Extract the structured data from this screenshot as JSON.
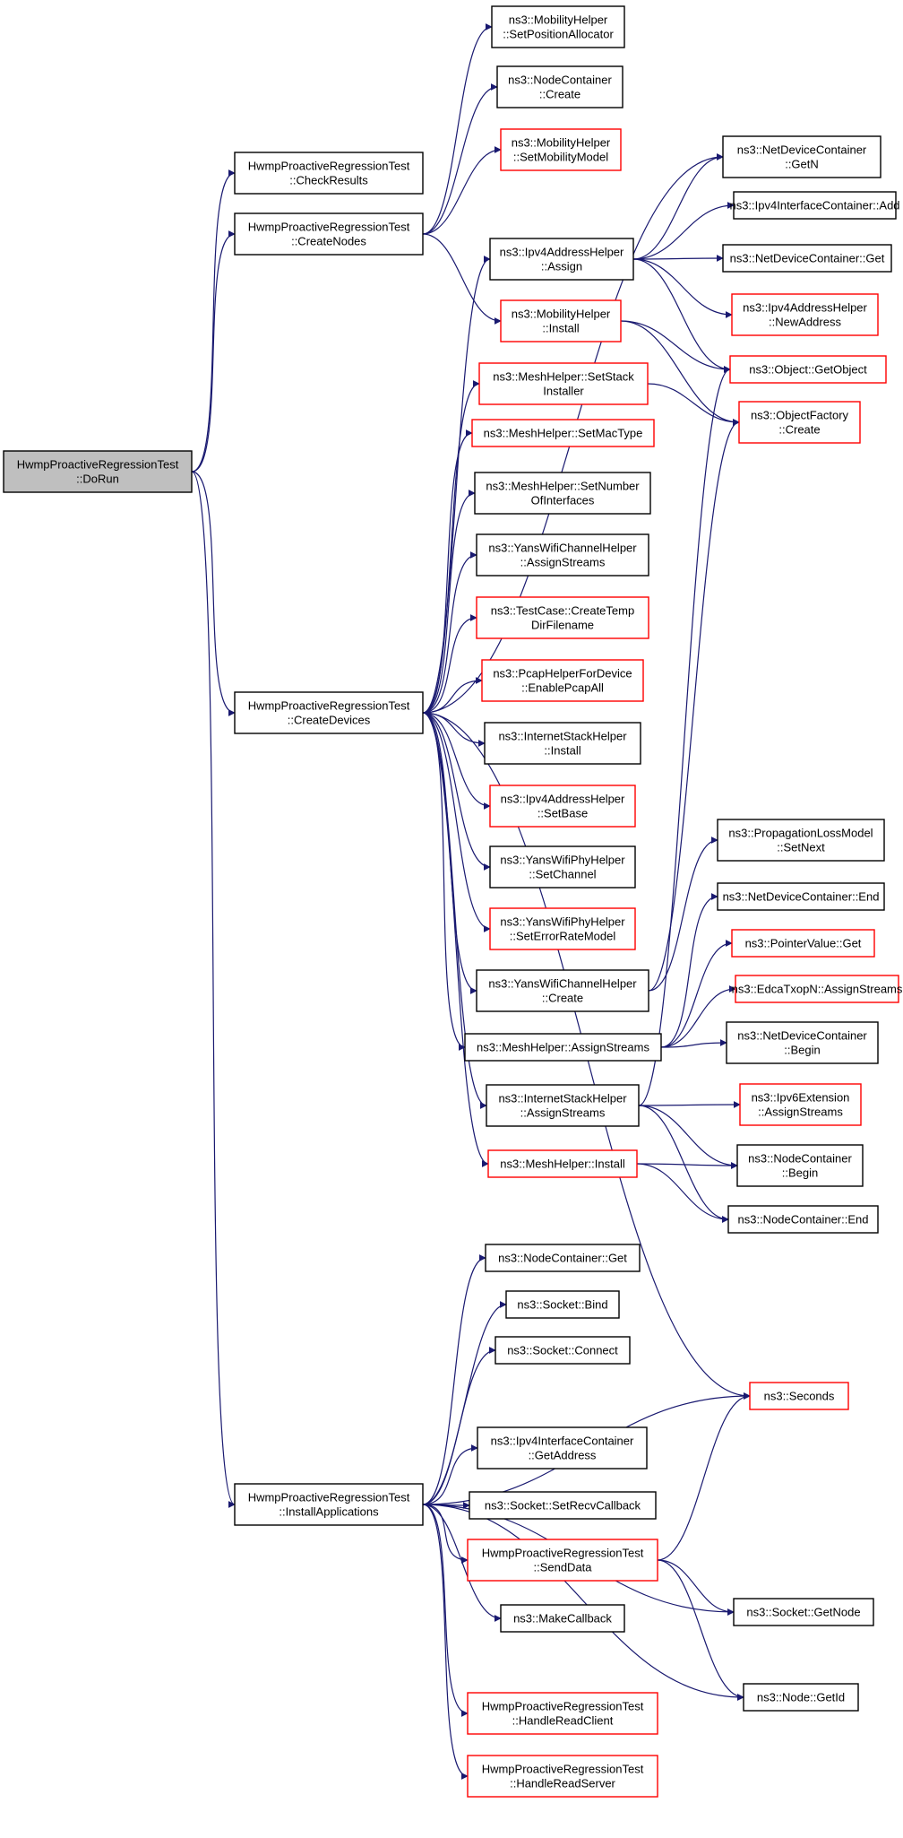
{
  "graph": {
    "edge_color": "#191970",
    "node_border_default": "#000000",
    "node_border_incomplete": "#ff0000",
    "root_fill": "#bfbfbf",
    "nodes": [
      {
        "id": "dorun",
        "lines": [
          "HwmpProactiveRegressionTest",
          "::DoRun"
        ],
        "style": "root"
      },
      {
        "id": "checkresults",
        "lines": [
          "HwmpProactiveRegressionTest",
          "::CheckResults"
        ],
        "style": "black"
      },
      {
        "id": "createnodes",
        "lines": [
          "HwmpProactiveRegressionTest",
          "::CreateNodes"
        ],
        "style": "black"
      },
      {
        "id": "createdevices",
        "lines": [
          "HwmpProactiveRegressionTest",
          "::CreateDevices"
        ],
        "style": "black"
      },
      {
        "id": "installapps",
        "lines": [
          "HwmpProactiveRegressionTest",
          "::InstallApplications"
        ],
        "style": "black"
      },
      {
        "id": "mob_setpos",
        "lines": [
          "ns3::MobilityHelper",
          "::SetPositionAllocator"
        ],
        "style": "black"
      },
      {
        "id": "nc_create",
        "lines": [
          "ns3::NodeContainer",
          "::Create"
        ],
        "style": "black"
      },
      {
        "id": "mob_setmodel",
        "lines": [
          "ns3::MobilityHelper",
          "::SetMobilityModel"
        ],
        "style": "red"
      },
      {
        "id": "ndc_getn",
        "lines": [
          "ns3::NetDeviceContainer",
          "::GetN"
        ],
        "style": "black"
      },
      {
        "id": "ipv4addr_assign",
        "lines": [
          "ns3::Ipv4AddressHelper",
          "::Assign"
        ],
        "style": "black"
      },
      {
        "id": "ipv4ic_add",
        "lines": [
          "ns3::Ipv4InterfaceContainer::Add"
        ],
        "style": "black"
      },
      {
        "id": "ndc_get",
        "lines": [
          "ns3::NetDeviceContainer::Get"
        ],
        "style": "black"
      },
      {
        "id": "ipv4addr_newaddr",
        "lines": [
          "ns3::Ipv4AddressHelper",
          "::NewAddress"
        ],
        "style": "red"
      },
      {
        "id": "mob_install",
        "lines": [
          "ns3::MobilityHelper",
          "::Install"
        ],
        "style": "red"
      },
      {
        "id": "obj_getobject",
        "lines": [
          "ns3::Object::GetObject"
        ],
        "style": "red"
      },
      {
        "id": "mesh_setstack",
        "lines": [
          "ns3::MeshHelper::SetStack",
          "Installer"
        ],
        "style": "red"
      },
      {
        "id": "objfactory_create",
        "lines": [
          "ns3::ObjectFactory",
          "::Create"
        ],
        "style": "red"
      },
      {
        "id": "mesh_setmactype",
        "lines": [
          "ns3::MeshHelper::SetMacType"
        ],
        "style": "red"
      },
      {
        "id": "mesh_setnumif",
        "lines": [
          "ns3::MeshHelper::SetNumber",
          "OfInterfaces"
        ],
        "style": "black"
      },
      {
        "id": "yanschan_assign",
        "lines": [
          "ns3::YansWifiChannelHelper",
          "::AssignStreams"
        ],
        "style": "black"
      },
      {
        "id": "testcase_tmpdir",
        "lines": [
          "ns3::TestCase::CreateTemp",
          "DirFilename"
        ],
        "style": "red"
      },
      {
        "id": "pcap_enableall",
        "lines": [
          "ns3::PcapHelperForDevice",
          "::EnablePcapAll"
        ],
        "style": "red"
      },
      {
        "id": "inetstack_install",
        "lines": [
          "ns3::InternetStackHelper",
          "::Install"
        ],
        "style": "black"
      },
      {
        "id": "ipv4addr_setbase",
        "lines": [
          "ns3::Ipv4AddressHelper",
          "::SetBase"
        ],
        "style": "red"
      },
      {
        "id": "yansphy_setchan",
        "lines": [
          "ns3::YansWifiPhyHelper",
          "::SetChannel"
        ],
        "style": "black"
      },
      {
        "id": "yansphy_seterr",
        "lines": [
          "ns3::YansWifiPhyHelper",
          "::SetErrorRateModel"
        ],
        "style": "red"
      },
      {
        "id": "yanschan_create",
        "lines": [
          "ns3::YansWifiChannelHelper",
          "::Create"
        ],
        "style": "black"
      },
      {
        "id": "mesh_assign",
        "lines": [
          "ns3::MeshHelper::AssignStreams"
        ],
        "style": "black"
      },
      {
        "id": "inetstack_assign",
        "lines": [
          "ns3::InternetStackHelper",
          "::AssignStreams"
        ],
        "style": "black"
      },
      {
        "id": "mesh_install",
        "lines": [
          "ns3::MeshHelper::Install"
        ],
        "style": "red"
      },
      {
        "id": "proploss_setnext",
        "lines": [
          "ns3::PropagationLossModel",
          "::SetNext"
        ],
        "style": "black"
      },
      {
        "id": "ndc_end",
        "lines": [
          "ns3::NetDeviceContainer::End"
        ],
        "style": "black"
      },
      {
        "id": "ptrval_get",
        "lines": [
          "ns3::PointerValue::Get"
        ],
        "style": "red"
      },
      {
        "id": "edca_assign",
        "lines": [
          "ns3::EdcaTxopN::AssignStreams"
        ],
        "style": "red"
      },
      {
        "id": "ndc_begin",
        "lines": [
          "ns3::NetDeviceContainer",
          "::Begin"
        ],
        "style": "black"
      },
      {
        "id": "ipv6ext_assign",
        "lines": [
          "ns3::Ipv6Extension",
          "::AssignStreams"
        ],
        "style": "red"
      },
      {
        "id": "nc_begin",
        "lines": [
          "ns3::NodeContainer",
          "::Begin"
        ],
        "style": "black"
      },
      {
        "id": "nc_end",
        "lines": [
          "ns3::NodeContainer::End"
        ],
        "style": "black"
      },
      {
        "id": "nc_get",
        "lines": [
          "ns3::NodeContainer::Get"
        ],
        "style": "black"
      },
      {
        "id": "sock_bind",
        "lines": [
          "ns3::Socket::Bind"
        ],
        "style": "black"
      },
      {
        "id": "sock_connect",
        "lines": [
          "ns3::Socket::Connect"
        ],
        "style": "black"
      },
      {
        "id": "seconds",
        "lines": [
          "ns3::Seconds"
        ],
        "style": "red"
      },
      {
        "id": "ipv4ic_getaddr",
        "lines": [
          "ns3::Ipv4InterfaceContainer",
          "::GetAddress"
        ],
        "style": "black"
      },
      {
        "id": "sock_setrecv",
        "lines": [
          "ns3::Socket::SetRecvCallback"
        ],
        "style": "black"
      },
      {
        "id": "senddata",
        "lines": [
          "HwmpProactiveRegressionTest",
          "::SendData"
        ],
        "style": "red"
      },
      {
        "id": "sock_getnode",
        "lines": [
          "ns3::Socket::GetNode"
        ],
        "style": "black"
      },
      {
        "id": "makecallback",
        "lines": [
          "ns3::MakeCallback"
        ],
        "style": "black"
      },
      {
        "id": "node_getid",
        "lines": [
          "ns3::Node::GetId"
        ],
        "style": "black"
      },
      {
        "id": "handlereadclient",
        "lines": [
          "HwmpProactiveRegressionTest",
          "::HandleReadClient"
        ],
        "style": "red"
      },
      {
        "id": "handlereadserver",
        "lines": [
          "HwmpProactiveRegressionTest",
          "::HandleReadServer"
        ],
        "style": "red"
      }
    ],
    "edges": [
      [
        "dorun",
        "checkresults"
      ],
      [
        "dorun",
        "createnodes"
      ],
      [
        "dorun",
        "createdevices"
      ],
      [
        "dorun",
        "installapps"
      ],
      [
        "createnodes",
        "mob_setpos"
      ],
      [
        "createnodes",
        "nc_create"
      ],
      [
        "createnodes",
        "mob_setmodel"
      ],
      [
        "createnodes",
        "mob_install"
      ],
      [
        "createdevices",
        "ndc_getn"
      ],
      [
        "createdevices",
        "ipv4addr_assign"
      ],
      [
        "createdevices",
        "mesh_setstack"
      ],
      [
        "createdevices",
        "mesh_setmactype"
      ],
      [
        "createdevices",
        "mesh_setnumif"
      ],
      [
        "createdevices",
        "yanschan_assign"
      ],
      [
        "createdevices",
        "testcase_tmpdir"
      ],
      [
        "createdevices",
        "pcap_enableall"
      ],
      [
        "createdevices",
        "inetstack_install"
      ],
      [
        "createdevices",
        "ipv4addr_setbase"
      ],
      [
        "createdevices",
        "yansphy_setchan"
      ],
      [
        "createdevices",
        "yansphy_seterr"
      ],
      [
        "createdevices",
        "yanschan_create"
      ],
      [
        "createdevices",
        "mesh_assign"
      ],
      [
        "createdevices",
        "inetstack_assign"
      ],
      [
        "createdevices",
        "mesh_install"
      ],
      [
        "createdevices",
        "seconds"
      ],
      [
        "ipv4addr_assign",
        "ndc_getn"
      ],
      [
        "ipv4addr_assign",
        "ipv4ic_add"
      ],
      [
        "ipv4addr_assign",
        "ndc_get"
      ],
      [
        "ipv4addr_assign",
        "ipv4addr_newaddr"
      ],
      [
        "ipv4addr_assign",
        "obj_getobject"
      ],
      [
        "mob_install",
        "obj_getobject"
      ],
      [
        "mob_install",
        "objfactory_create"
      ],
      [
        "mesh_setstack",
        "objfactory_create"
      ],
      [
        "yanschan_create",
        "objfactory_create"
      ],
      [
        "yanschan_create",
        "proploss_setnext"
      ],
      [
        "mesh_assign",
        "ndc_end"
      ],
      [
        "mesh_assign",
        "ptrval_get"
      ],
      [
        "mesh_assign",
        "edca_assign"
      ],
      [
        "mesh_assign",
        "ndc_begin"
      ],
      [
        "inetstack_assign",
        "obj_getobject"
      ],
      [
        "inetstack_assign",
        "ipv6ext_assign"
      ],
      [
        "inetstack_assign",
        "nc_begin"
      ],
      [
        "inetstack_assign",
        "nc_end"
      ],
      [
        "mesh_install",
        "nc_begin"
      ],
      [
        "mesh_install",
        "nc_end"
      ],
      [
        "installapps",
        "nc_get"
      ],
      [
        "installapps",
        "sock_bind"
      ],
      [
        "installapps",
        "sock_connect"
      ],
      [
        "installapps",
        "seconds"
      ],
      [
        "installapps",
        "ipv4ic_getaddr"
      ],
      [
        "installapps",
        "sock_setrecv"
      ],
      [
        "installapps",
        "senddata"
      ],
      [
        "installapps",
        "makecallback"
      ],
      [
        "installapps",
        "sock_getnode"
      ],
      [
        "installapps",
        "handlereadclient"
      ],
      [
        "installapps",
        "handlereadserver"
      ],
      [
        "installapps",
        "node_getid"
      ],
      [
        "senddata",
        "seconds"
      ],
      [
        "senddata",
        "sock_getnode"
      ],
      [
        "senddata",
        "node_getid"
      ]
    ]
  }
}
